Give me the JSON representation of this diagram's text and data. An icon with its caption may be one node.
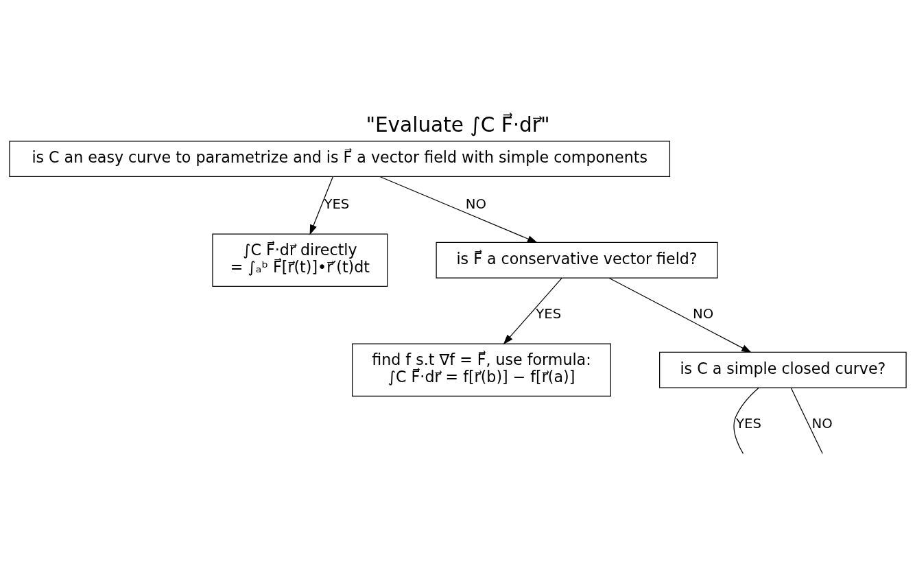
{
  "diagram": {
    "title": "\"Evaluate ∫C F⃗·dr⃗\"",
    "nodes": [
      {
        "text": [
          "is C an easy curve to parametrize and is F⃗ a vector field with simple components"
        ]
      },
      {
        "text": [
          "∫C F⃗·dr⃗ directly",
          "= ∫ₐᵇ F⃗[r⃗(t)]•r⃗′(t)dt"
        ]
      },
      {
        "text": [
          "is F⃗ a conservative vector field?"
        ]
      },
      {
        "text": [
          "find f s.t ∇f = F⃗, use formula:",
          "∫C F⃗·dr⃗ = f[r⃗(b)] − f[r⃗(a)]"
        ]
      },
      {
        "text": [
          "is C a simple closed curve?"
        ]
      }
    ],
    "edges": [
      {
        "from": 0,
        "to": 1,
        "arrow": "to",
        "label": "YES"
      },
      {
        "from": 0,
        "to": 2,
        "arrow": "to",
        "label": "NO"
      },
      {
        "from": 2,
        "to": 3,
        "arrow": "to",
        "label": "YES"
      },
      {
        "from": 2,
        "to": 4,
        "arrow": "to",
        "label": "NO"
      },
      {
        "from": 4,
        "to": null,
        "arrow": "none",
        "label": "YES"
      },
      {
        "from": 4,
        "to": null,
        "arrow": "none",
        "label": "NO"
      }
    ]
  }
}
